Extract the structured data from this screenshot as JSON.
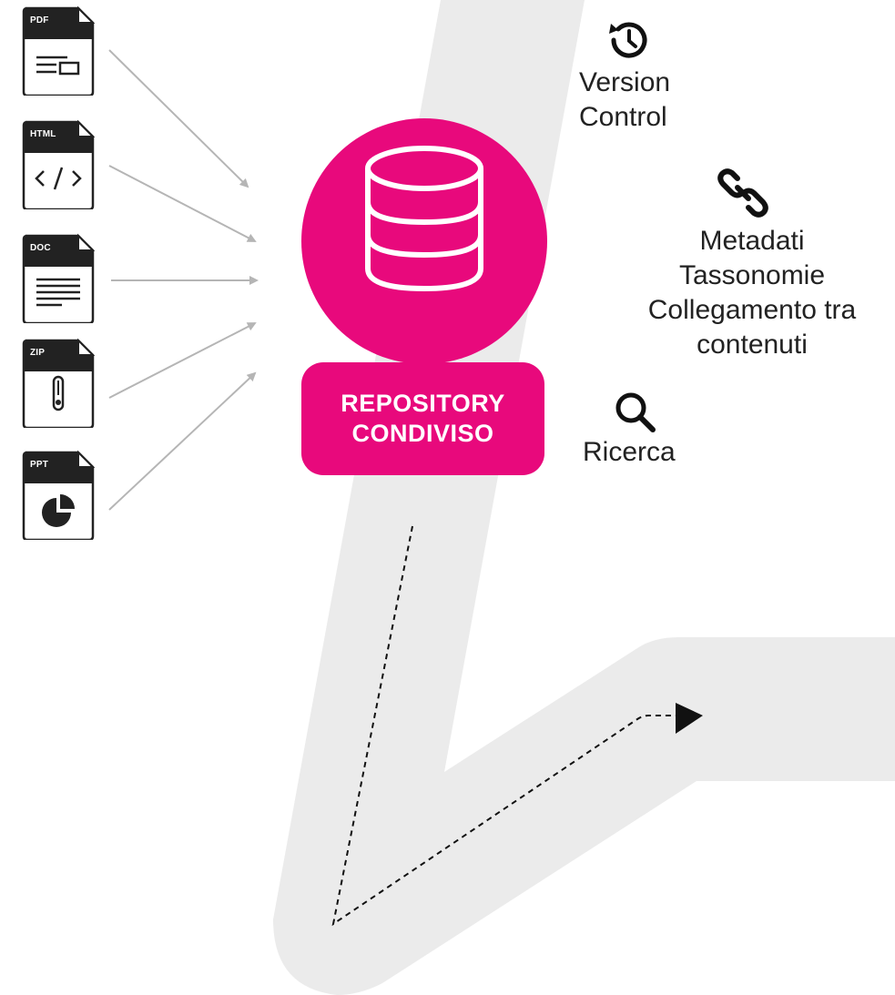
{
  "files": [
    {
      "label": "PDF",
      "icon": "pdf-doc-icon"
    },
    {
      "label": "HTML",
      "icon": "html-code-icon"
    },
    {
      "label": "DOC",
      "icon": "doc-lines-icon"
    },
    {
      "label": "ZIP",
      "icon": "zip-icon"
    },
    {
      "label": "PPT",
      "icon": "ppt-pie-icon"
    }
  ],
  "repository": {
    "line1": "REPOSITORY",
    "line2": "CONDIVISO",
    "icon": "database-icon",
    "color": "#e8097c"
  },
  "features": {
    "version": {
      "icon": "history-icon",
      "line1": "Version",
      "line2": "Control"
    },
    "metadata": {
      "icon": "link-icon",
      "line1": "Metadati",
      "line2": "Tassonomie",
      "line3": "Collegamento tra",
      "line4": "contenuti"
    },
    "search": {
      "icon": "search-icon",
      "line1": "Ricerca"
    }
  },
  "colors": {
    "accent": "#e8097c",
    "background_shape": "#ebebeb",
    "arrow": "#b5b5b5",
    "text": "#222222"
  }
}
